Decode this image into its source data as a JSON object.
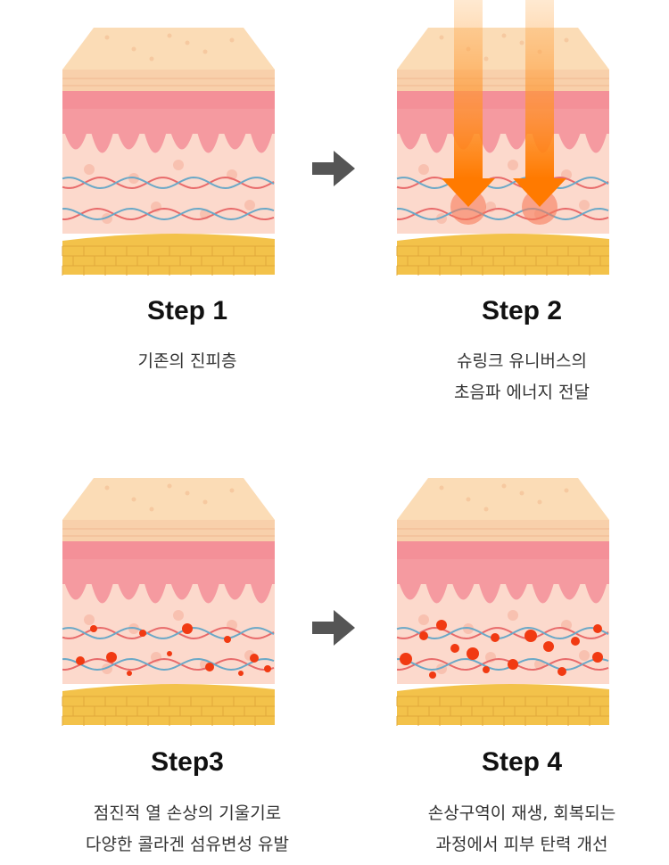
{
  "steps": [
    {
      "title": "Step 1",
      "lines": [
        "기존의 진피층"
      ]
    },
    {
      "title": "Step 2",
      "lines": [
        "슈링크 유니버스의",
        "초음파 에너지 전달"
      ]
    },
    {
      "title": "Step3",
      "lines": [
        "점진적 열 손상의 기울기로",
        "다양한 콜라겐 섬유변성 유발"
      ]
    },
    {
      "title": "Step 4",
      "lines": [
        "손상구역이 재생, 회복되는",
        "과정에서 피부 탄력 개선"
      ]
    }
  ],
  "colors": {
    "epidermis_top": "#fbdcb6",
    "epidermis_front": "#f8d0ab",
    "dermis_pink": "#f59aa0",
    "dermis_light": "#fcd9cc",
    "fat_yellow": "#f3c24a",
    "fiber_red": "#e86a6a",
    "fiber_blue": "#6aa8c7",
    "energy_orange": "#ff7a00",
    "damage_red": "#f13a12",
    "arrow_gray": "#555555"
  }
}
